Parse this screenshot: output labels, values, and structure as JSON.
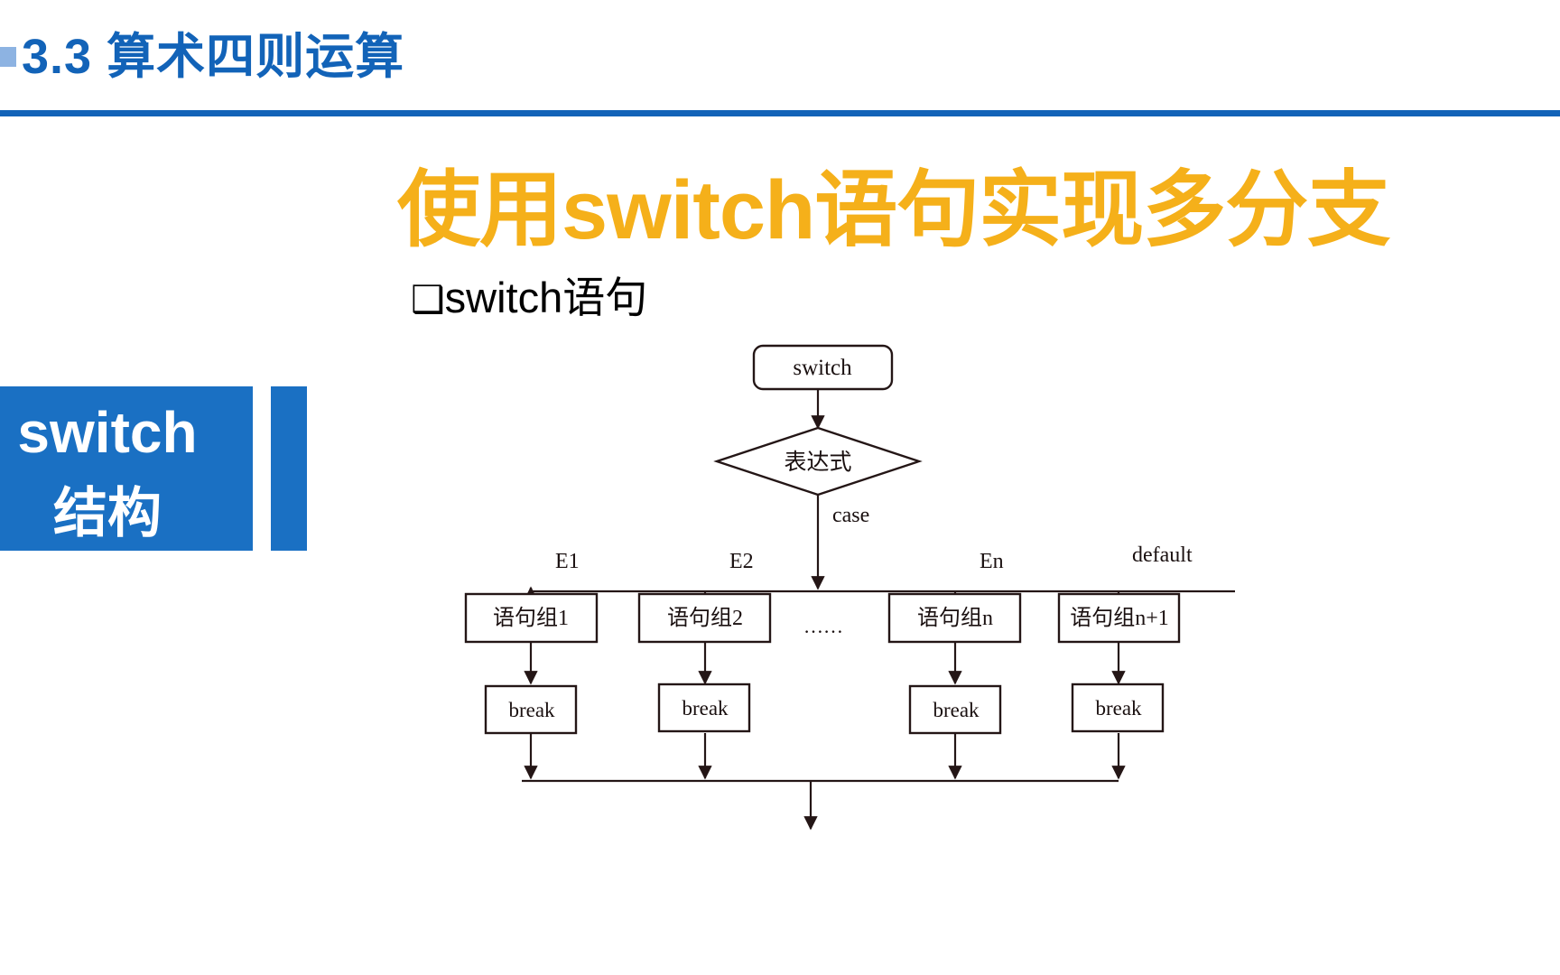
{
  "header": {
    "bullet_icon": "square-bullet-icon",
    "title": "3.3  算术四则运算",
    "accent_color": "#1263b8",
    "bullet_color": "#8db3e2"
  },
  "main_title": {
    "text": "使用switch语句实现多分支",
    "color": "#f5b01a"
  },
  "subheading": {
    "bullet": "❑",
    "text": "switch语句"
  },
  "callout": {
    "line1": "switch",
    "line2": "结构",
    "background": "#1a70c3",
    "text_color": "#ffffff"
  },
  "flowchart": {
    "type": "flowchart",
    "nodes": {
      "start": "switch",
      "decision": "表达式",
      "case_label": "case",
      "ellipsis": "……",
      "branches": [
        {
          "label": "E1",
          "statement": "语句组1",
          "break": "break"
        },
        {
          "label": "E2",
          "statement": "语句组2",
          "break": "break"
        },
        {
          "label": "En",
          "statement": "语句组n",
          "break": "break"
        },
        {
          "label": "default",
          "statement": "语句组n+1",
          "break": "break"
        }
      ]
    },
    "line_color": "#241616",
    "box_fill": "#ffffff"
  }
}
